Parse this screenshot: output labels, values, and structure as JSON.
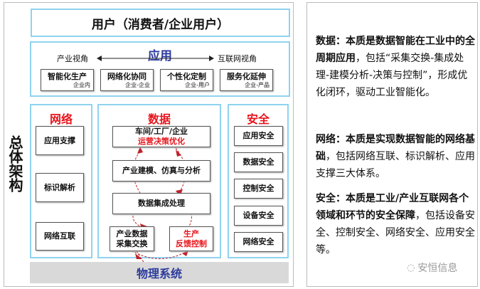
{
  "title_vertical": "总体架构",
  "user_layer": "用户（消费者/企业用户）",
  "application": {
    "title": "应用",
    "left_label": "产业视角",
    "right_label": "互联网视角",
    "items": [
      {
        "name": "智能化生产",
        "sub": "企业内"
      },
      {
        "name": "网络化协同",
        "sub": "企业-企业"
      },
      {
        "name": "个性化定制",
        "sub": "企业-用户"
      },
      {
        "name": "服务化延伸",
        "sub": "企业-产品"
      }
    ]
  },
  "network": {
    "title": "网络",
    "items": [
      "应用支撑",
      "标识解析",
      "网络互联"
    ]
  },
  "data": {
    "title": "数据",
    "top_line1": "车间/工厂/企业",
    "top_line2": "运营决策优化",
    "modeling": "产业建模、仿真与分析",
    "integration": "数据集成处理",
    "collect_line1": "产业数据",
    "collect_line2": "采集交换",
    "feedback_line1": "生产",
    "feedback_line2": "反馈控制"
  },
  "security": {
    "title": "安全",
    "items": [
      "应用安全",
      "数据安全",
      "控制安全",
      "设备安全",
      "网络安全"
    ]
  },
  "physical": "物理系统",
  "descriptions": [
    {
      "bold": "数据：本质是数据智能在工业中的全周期应用",
      "text": "，包括“采集交换-集成处理-建模分析-决策与控制”，形成优化闭环，驱动工业智能化。"
    },
    {
      "bold": "网络：本质是实现数据智能的网络基础",
      "text": "，包括网络互联、标识解析、应用支撑三大体系。"
    },
    {
      "bold": "安全：本质是工业/产业互联网各个领域和环节的安全保障",
      "text": "，包括设备安全、控制安全、网络安全、应用安全等。"
    }
  ],
  "watermark": "安恒信息",
  "colors": {
    "accent_blue": "#2b3a9c",
    "red": "#e8141c",
    "border_blue": "#8fd3ef",
    "physical_bg": "#d9d9d9"
  }
}
